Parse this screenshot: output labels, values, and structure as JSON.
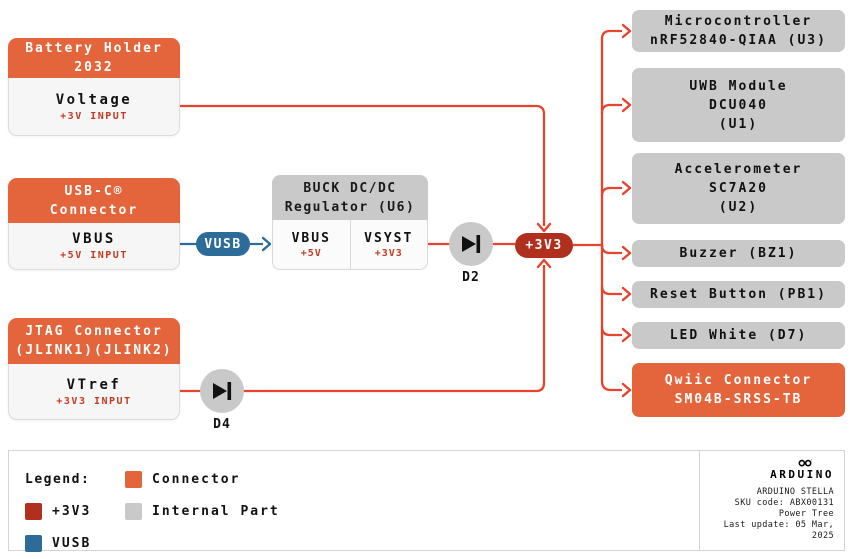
{
  "sources": {
    "battery": {
      "title1": "Battery Holder",
      "title2": "2032",
      "signal": "Voltage",
      "input": "+3V INPUT"
    },
    "usb": {
      "title1": "USB-C®",
      "title2": "Connector",
      "signal": "VBUS",
      "input": "+5V INPUT"
    },
    "jtag": {
      "title1": "JTAG Connector",
      "title2": "(JLINK1)(JLINK2)",
      "signal": "VTref",
      "input": "+3V3 INPUT"
    }
  },
  "regulator": {
    "title1": "BUCK DC/DC",
    "title2": "Regulator (U6)",
    "in_signal": "VBUS",
    "in_rail": "+5V",
    "out_signal": "VSYST",
    "out_rail": "+3V3"
  },
  "nets": {
    "vusb": "VUSB",
    "p3v3": "+3V3"
  },
  "diodes": {
    "d2": "D2",
    "d4": "D4"
  },
  "loads": [
    {
      "line1": "Microcontroller",
      "line2": "nRF52840-QIAA (U3)",
      "type": "internal"
    },
    {
      "line1": "UWB Module",
      "line2": "DCU040",
      "line3": "(U1)",
      "type": "internal"
    },
    {
      "line1": "Accelerometer",
      "line2": "SC7A20",
      "line3": "(U2)",
      "type": "internal"
    },
    {
      "line1": "Buzzer (BZ1)",
      "type": "internal"
    },
    {
      "line1": "Reset Button (PB1)",
      "type": "internal"
    },
    {
      "line1": "LED White (D7)",
      "type": "internal"
    },
    {
      "line1": "Qwiic Connector",
      "line2": "SM04B-SRSS-TB",
      "type": "connector"
    }
  ],
  "legend": {
    "title": "Legend:",
    "items": [
      {
        "label": "Connector",
        "color": "#E4643B"
      },
      {
        "label": "+3V3",
        "color": "#B0301D"
      },
      {
        "label": "Internal Part",
        "color": "#C9C9C9"
      },
      {
        "label": "VUSB",
        "color": "#2D6C99"
      }
    ]
  },
  "info": {
    "brand": "ARDUINO",
    "product": "ARDUINO STELLA",
    "sku": "SKU code: ABX00131",
    "doc": "Power Tree",
    "updated": "Last update: 05 Mar, 2025"
  },
  "colors": {
    "connector_orange": "#E4643B",
    "rail_red": "#B0301D",
    "vusb_blue": "#2D6C99",
    "internal_gray": "#C9C9C9",
    "wire_red": "#E8432C",
    "input_text_red": "#C43A21"
  }
}
